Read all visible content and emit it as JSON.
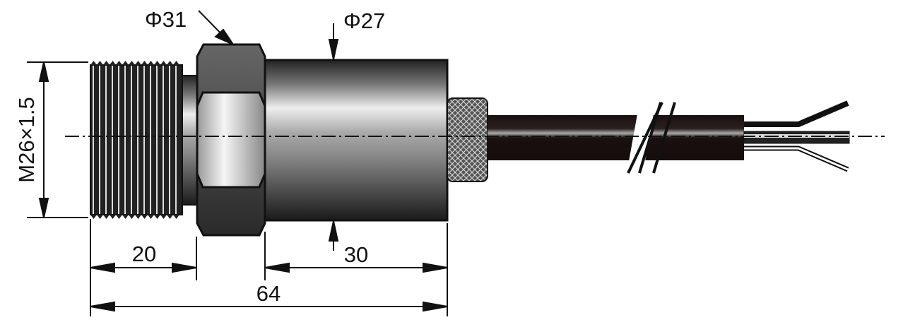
{
  "dimensions": {
    "thread": "M26×1.5",
    "hex_diameter": "Φ31",
    "body_diameter": "Φ27",
    "thread_length": "20",
    "body_length": "30",
    "overall_length": "64"
  },
  "colors": {
    "outline": "#111111",
    "cable": "#1a1010",
    "metal_light": "#f2f2f2",
    "metal_dark": "#2a2a2a"
  }
}
